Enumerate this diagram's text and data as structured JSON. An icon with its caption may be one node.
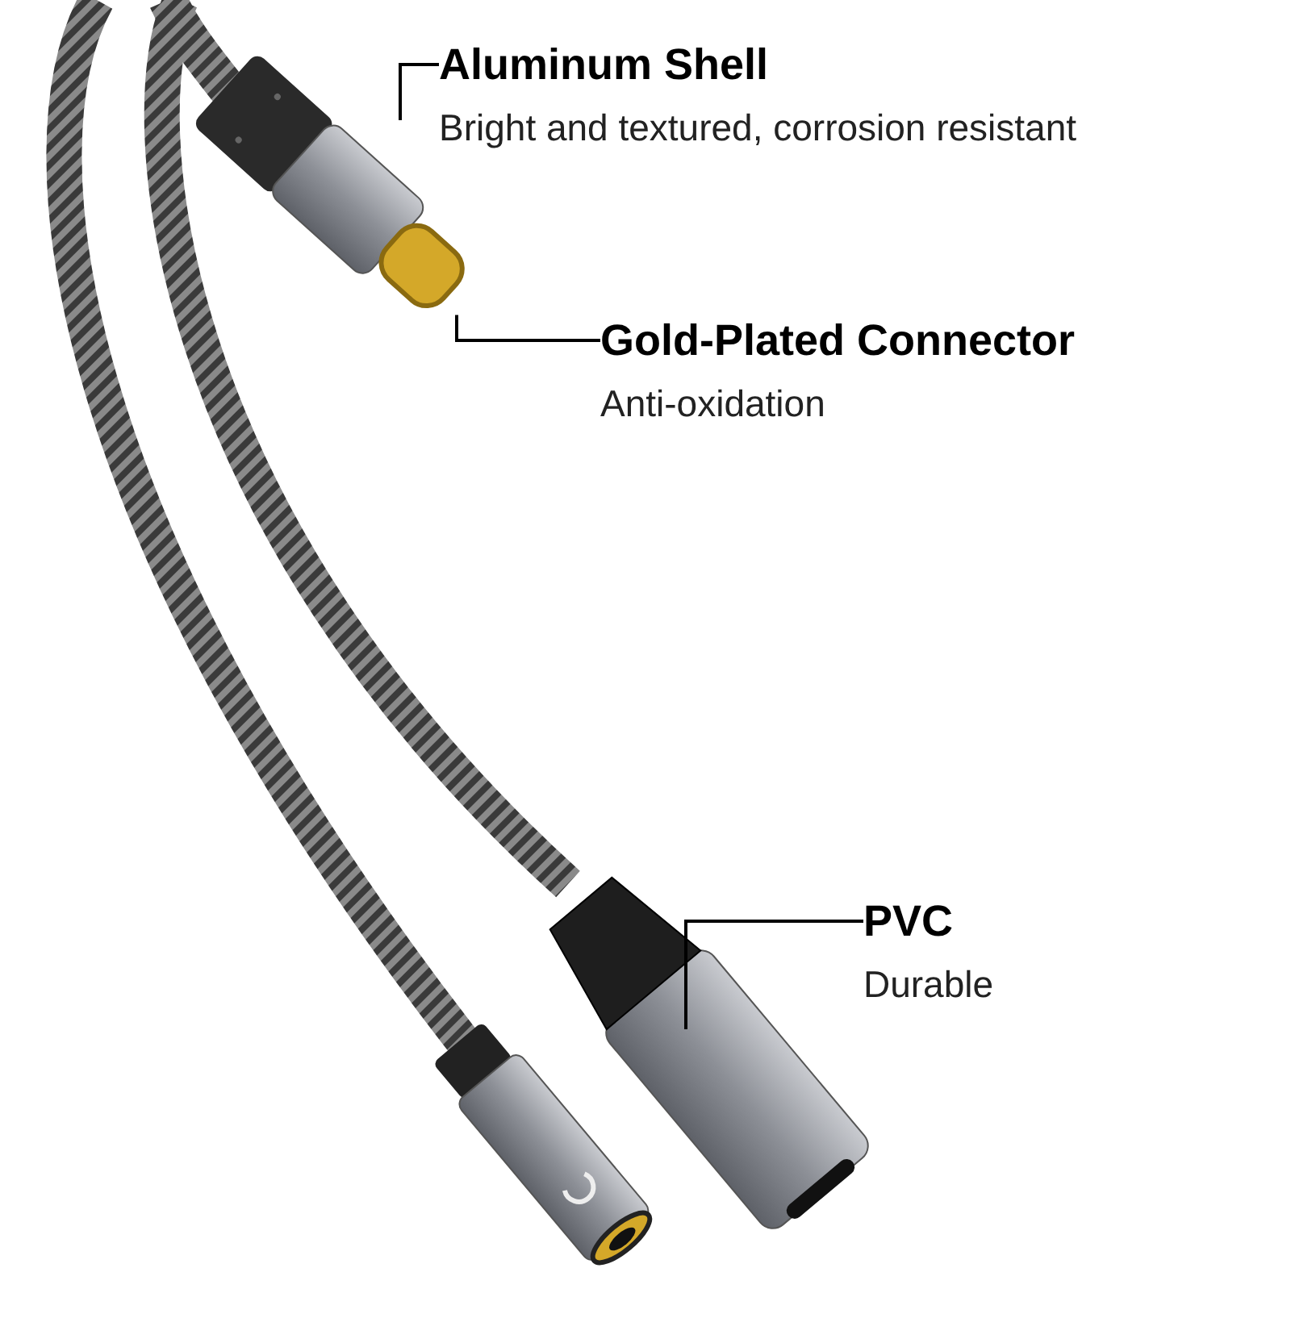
{
  "diagram": {
    "nodes": [
      {
        "text": [
          "Aluminum Shell",
          "Bright and textured, corrosion resistant"
        ]
      },
      {
        "text": [],
        "shape": "box"
      },
      {
        "text": [
          "Gold-Plated Connector",
          "Anti-oxidation"
        ]
      },
      {
        "text": [],
        "shape": "box"
      },
      {
        "text": [
          "PVC",
          "Durable"
        ]
      },
      {
        "text": [],
        "shape": "box"
      }
    ],
    "edges": [
      {
        "from": 0,
        "to": 1,
        "arrow": "none"
      },
      {
        "from": 2,
        "to": 3,
        "arrow": "none"
      },
      {
        "from": 4,
        "to": 5,
        "arrow": "none"
      }
    ]
  }
}
